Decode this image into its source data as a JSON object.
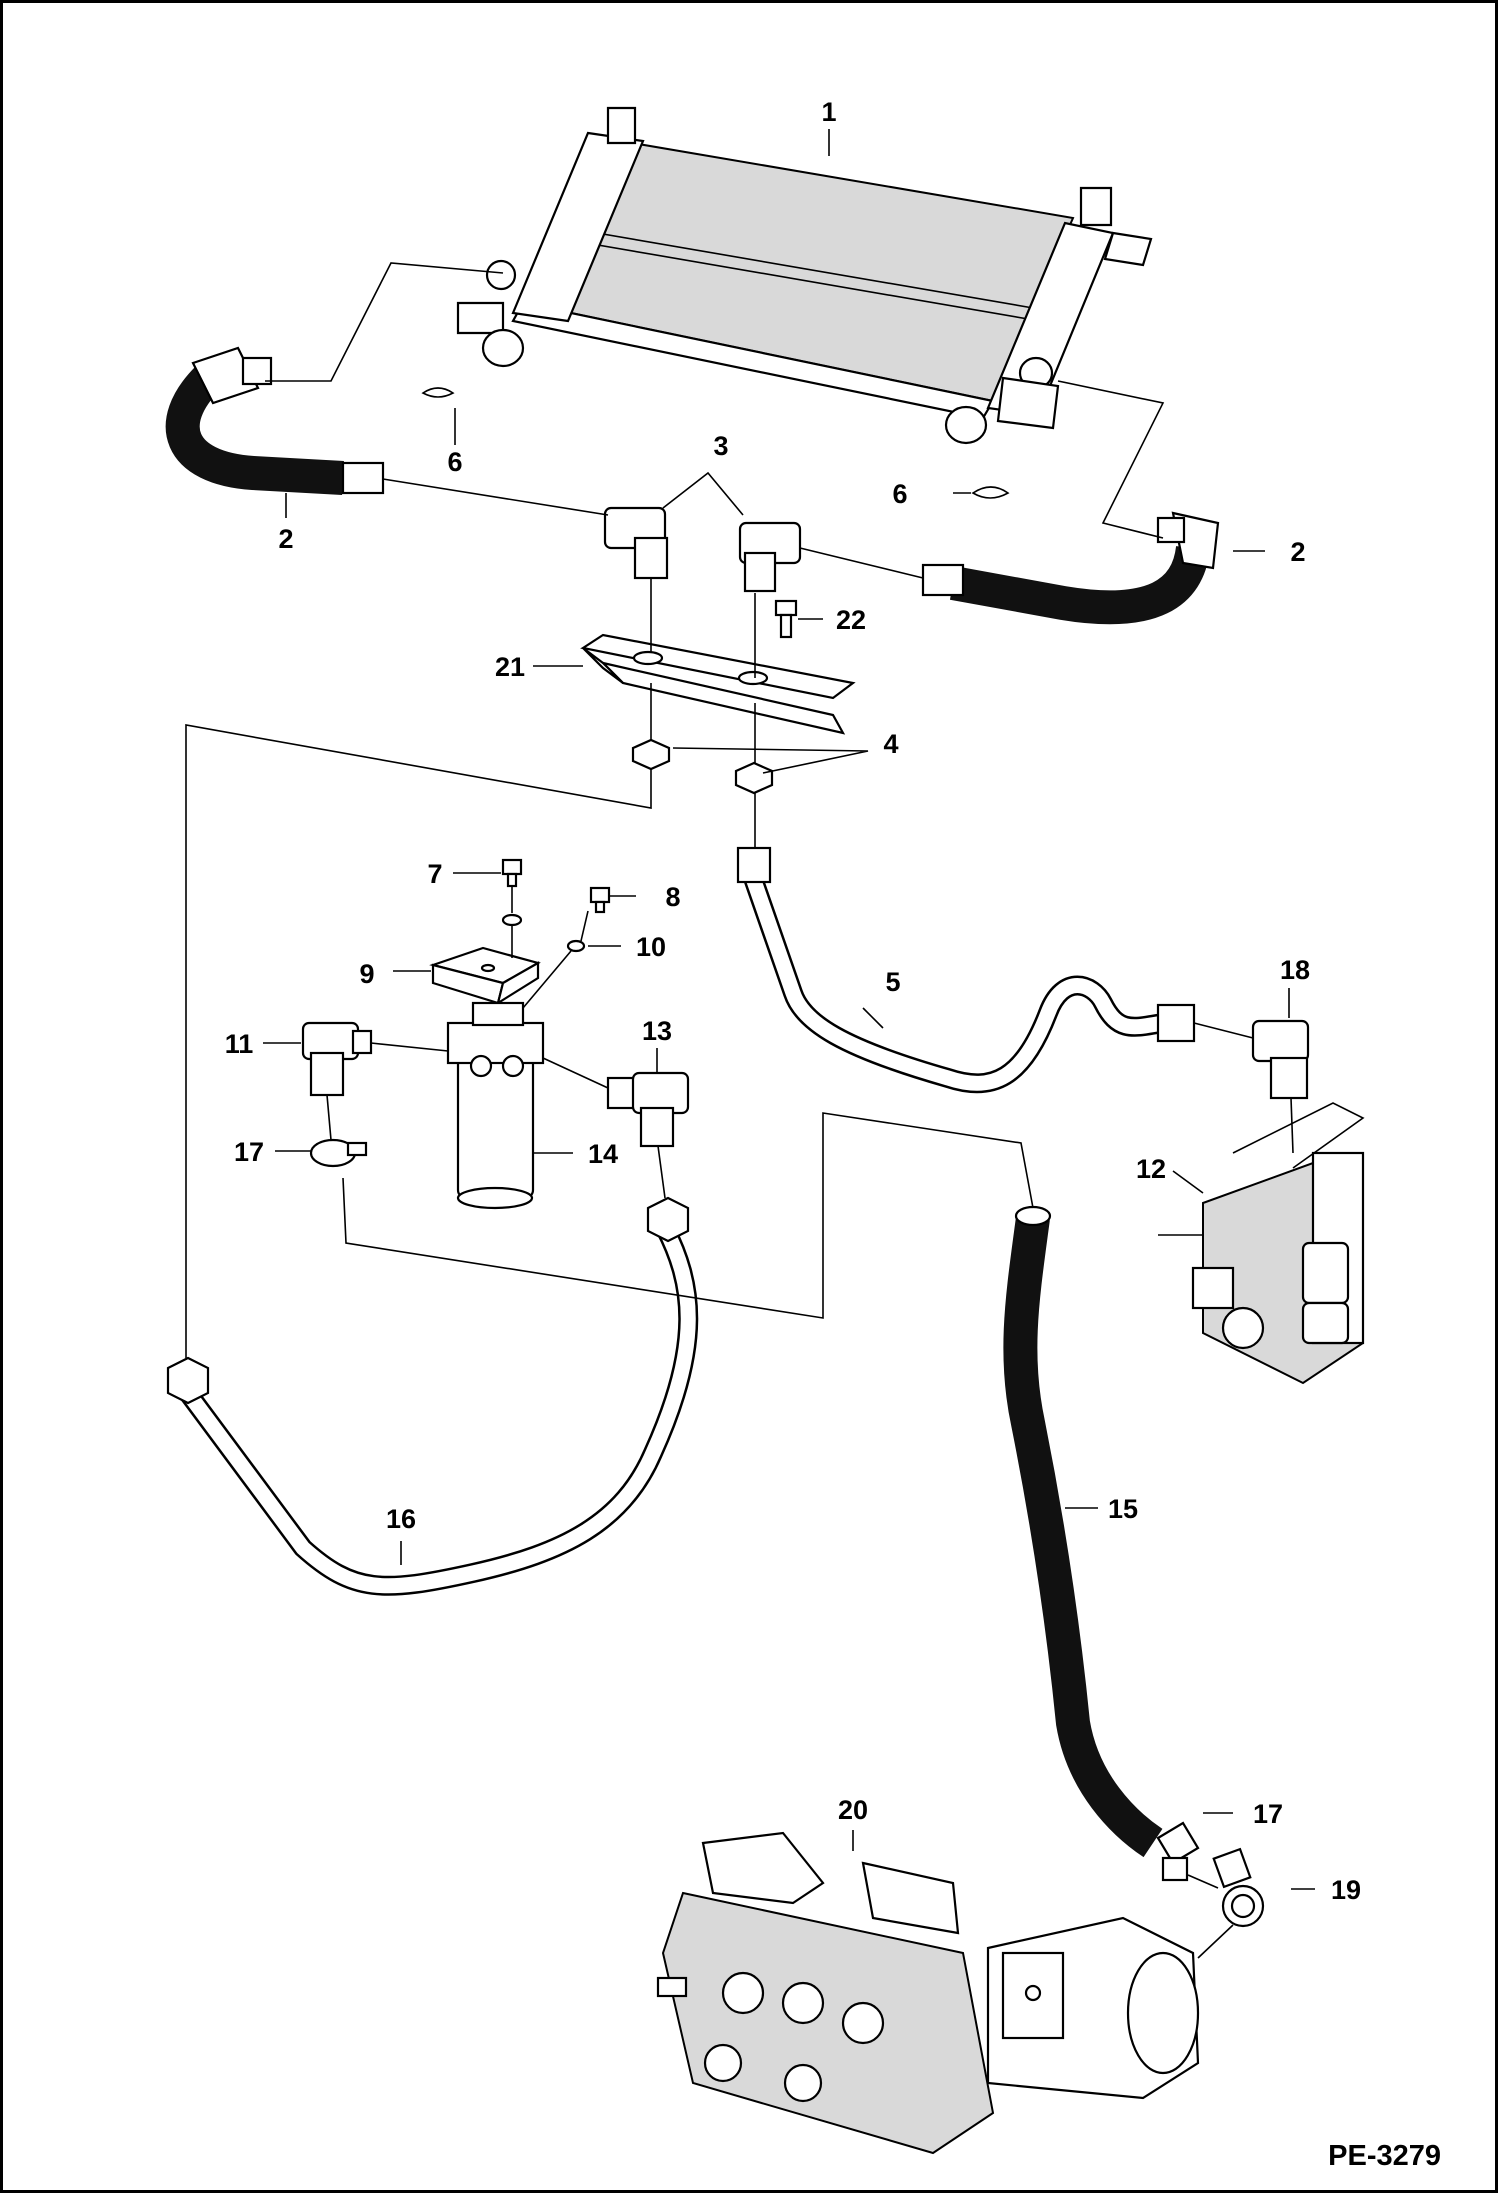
{
  "callouts": [
    {
      "id": "c1",
      "text": "1"
    },
    {
      "id": "c2a",
      "text": "2"
    },
    {
      "id": "c2b",
      "text": "2"
    },
    {
      "id": "c3",
      "text": "3"
    },
    {
      "id": "c4",
      "text": "4"
    },
    {
      "id": "c5",
      "text": "5"
    },
    {
      "id": "c6a",
      "text": "6"
    },
    {
      "id": "c6b",
      "text": "6"
    },
    {
      "id": "c7",
      "text": "7"
    },
    {
      "id": "c8",
      "text": "8"
    },
    {
      "id": "c9",
      "text": "9"
    },
    {
      "id": "c10",
      "text": "10"
    },
    {
      "id": "c11",
      "text": "11"
    },
    {
      "id": "c12",
      "text": "12"
    },
    {
      "id": "c13",
      "text": "13"
    },
    {
      "id": "c14",
      "text": "14"
    },
    {
      "id": "c15",
      "text": "15"
    },
    {
      "id": "c16",
      "text": "16"
    },
    {
      "id": "c17a",
      "text": "17"
    },
    {
      "id": "c17b",
      "text": "17"
    },
    {
      "id": "c18",
      "text": "18"
    },
    {
      "id": "c19",
      "text": "19"
    },
    {
      "id": "c20",
      "text": "20"
    },
    {
      "id": "c21",
      "text": "21"
    },
    {
      "id": "c22",
      "text": "22"
    }
  ],
  "figure_code": "PE-3279"
}
